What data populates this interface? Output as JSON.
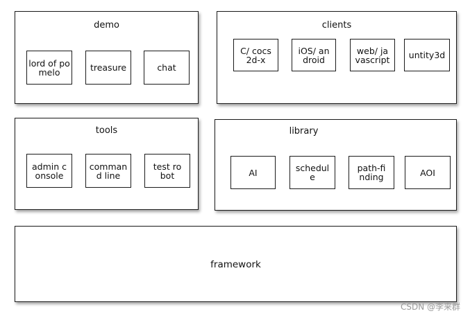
{
  "demo": {
    "title": "demo",
    "modules": [
      "lord of pomelo",
      "treasure",
      "chat"
    ]
  },
  "clients": {
    "title": "clients",
    "modules": [
      "C/ cocs2d-x",
      "iOS/ android",
      "web/ javascript",
      "untity3d"
    ]
  },
  "tools": {
    "title": "tools",
    "modules": [
      "admin console",
      "command line",
      "test robot"
    ]
  },
  "library": {
    "title": "library",
    "modules": [
      "AI",
      "schedule",
      "path-finding",
      "AOI"
    ]
  },
  "framework": {
    "title": "framework"
  },
  "watermark": "CSDN @李来群"
}
